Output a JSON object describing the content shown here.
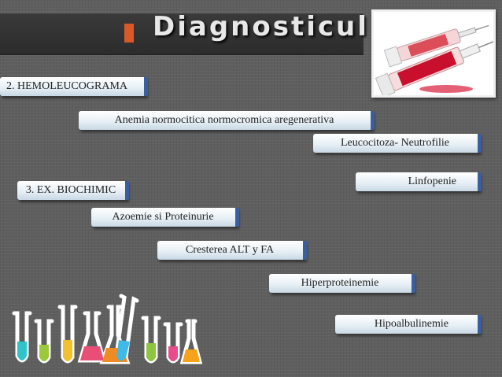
{
  "slide": {
    "title": "Diagnosticul",
    "accent_color": "#d95a28",
    "box_border_color": "#3b5f9e"
  },
  "boxes": {
    "hemoleucograma": "2. HEMOLEUCOGRAMA",
    "anemia": "Anemia normocitica normocromica aregenerativa",
    "leucocitoza": "Leucocitoza- Neutrofilie",
    "linfopenie": "Linfopenie",
    "biochimic": "3. EX. BIOCHIMIC",
    "azoemie": "Azoemie si  Proteinurie",
    "cresterea": "Cresterea ALT y FA",
    "hiperproteinemie": "Hiperproteinemie",
    "hipoalbulinemie": "Hipoalbulinemie"
  },
  "images": {
    "photo_icon": "syringes-icon",
    "tubes_icon": "test-tubes-icon"
  }
}
